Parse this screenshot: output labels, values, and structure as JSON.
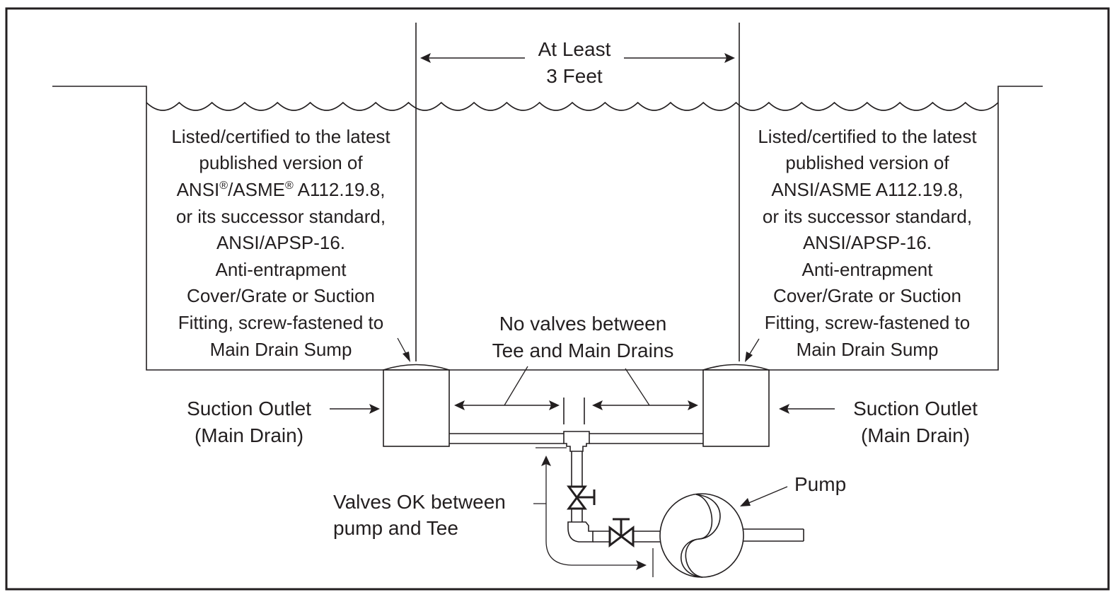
{
  "figure": {
    "title": "Pool main drain suction outlet installation diagram",
    "colors": {
      "ink": "#231f20",
      "background": "#ffffff"
    }
  },
  "spacing": {
    "line1": "At Least",
    "line2": "3 Feet"
  },
  "left_note": {
    "lines": [
      "Listed/certified to the latest",
      "published version of",
      "ANSI",
      "/ASME",
      " A112.19.8,",
      "or its successor standard,",
      "ANSI/APSP-16.",
      "Anti-entrapment",
      "Cover/Grate or Suction",
      "Fitting, screw-fastened to",
      "Main Drain Sump"
    ],
    "registered_mark": "®"
  },
  "right_note": {
    "lines": [
      "Listed/certified to the latest",
      "published version of",
      "ANSI/ASME A112.19.8,",
      "or its successor standard,",
      "ANSI/APSP-16.",
      "Anti-entrapment",
      "Cover/Grate or Suction",
      "Fitting, screw-fastened to",
      "Main Drain Sump"
    ]
  },
  "no_valves_note": {
    "line1": "No valves between",
    "line2": "Tee and Main Drains"
  },
  "left_outlet": {
    "line1": "Suction Outlet",
    "line2": "(Main Drain)"
  },
  "right_outlet": {
    "line1": "Suction Outlet",
    "line2": "(Main Drain)"
  },
  "valves_ok_note": {
    "line1": "Valves OK between",
    "line2": "pump and Tee"
  },
  "pump": {
    "label": "Pump"
  }
}
